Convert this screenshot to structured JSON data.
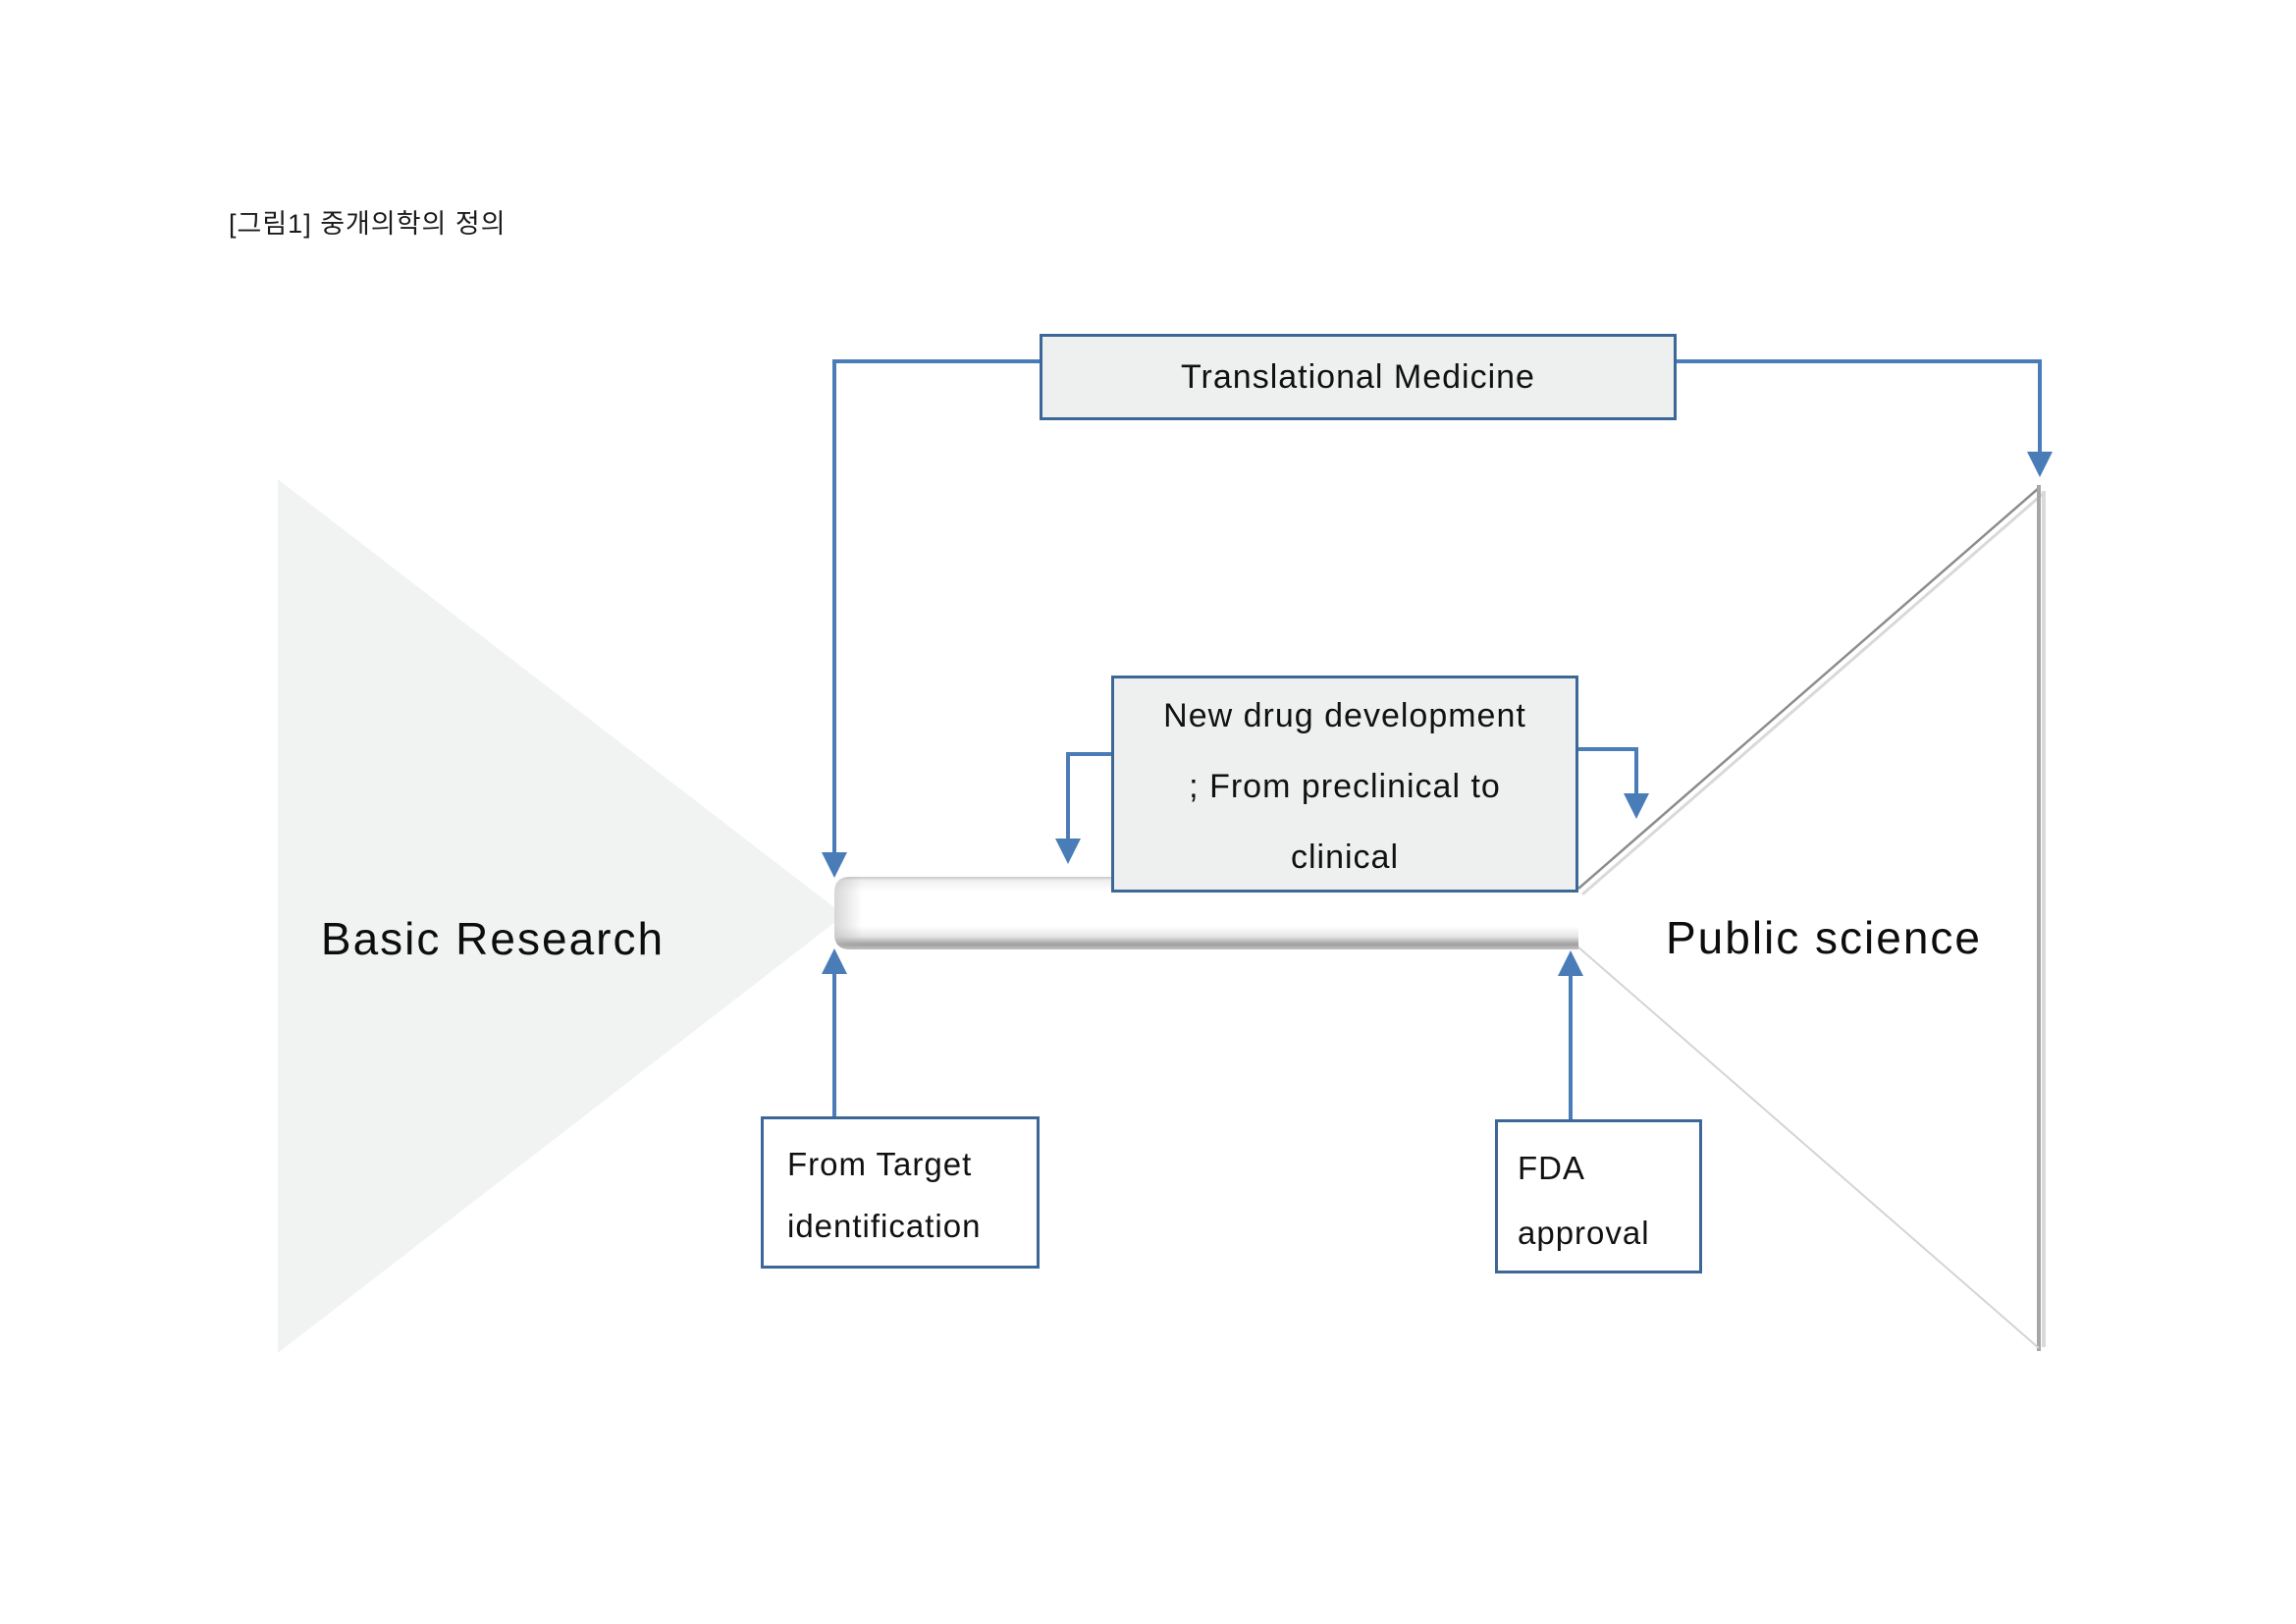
{
  "figure": {
    "caption": "[그림1] 중개의학의 정의"
  },
  "nodes": {
    "translational": {
      "label": "Translational Medicine"
    },
    "new_drug": {
      "lines": [
        "New drug development",
        "; From preclinical to",
        "clinical"
      ]
    },
    "basic_research": {
      "label": "Basic Research"
    },
    "public_science": {
      "label": "Public science"
    },
    "from_target": {
      "lines": [
        "From Target",
        "identification"
      ]
    },
    "fda": {
      "lines": [
        "FDA",
        "approval"
      ]
    }
  },
  "colors": {
    "arrow_blue": "#4a7db8",
    "box_border_blue": "#3c6796",
    "box_fill_gray": "#eef0f0",
    "triangle_fill": "#f1f2f2",
    "funnel_top_edge": "#8c8c8c",
    "funnel_right_edge": "#a6a6a6",
    "funnel_bottom_edge": "#d4d4d4",
    "text": "#111111",
    "background": "#ffffff"
  }
}
